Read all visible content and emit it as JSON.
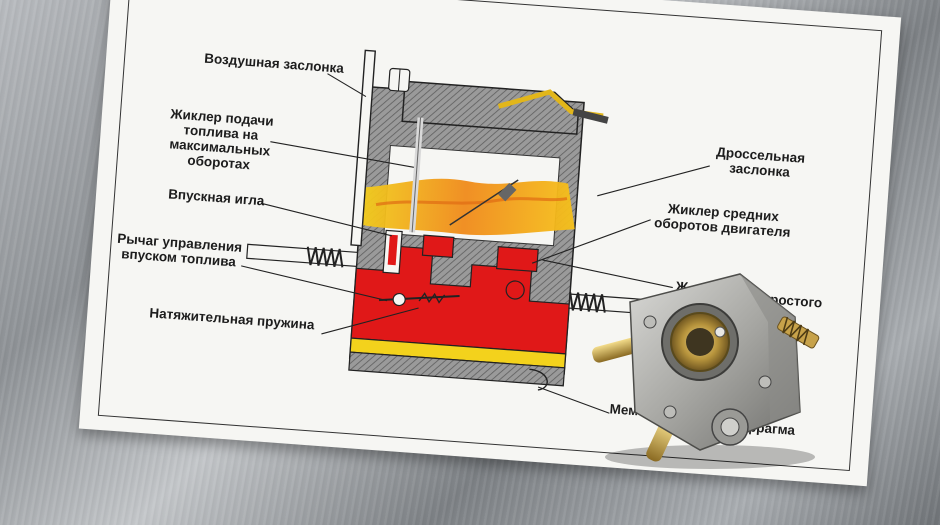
{
  "labels": {
    "air_damper": "Воздушная заслонка",
    "max_jet_1": "Жиклер подачи",
    "max_jet_2": "топлива на",
    "max_jet_3": "максимальных",
    "max_jet_4": "оборотах",
    "inlet_needle": "Впускная игла",
    "lever_1": "Рычаг управления",
    "lever_2": "впуском топлива",
    "tension_spring": "Натяжительная пружина",
    "throttle_1": "Дроссельная",
    "throttle_2": "заслонка",
    "mid_jet_1": "Жиклер средних",
    "mid_jet_2": "оборотов двигателя",
    "idle_jet_a": "Ж",
    "idle_jet_b": "ростого",
    "membrane_a": "Мембр",
    "membrane_b": "иафрагма"
  },
  "colors": {
    "fuel_red": "#e01818",
    "flame_orange": "#f08a1a",
    "flame_yellow": "#f3d21c",
    "metal_gray": "#8c8c8c"
  }
}
